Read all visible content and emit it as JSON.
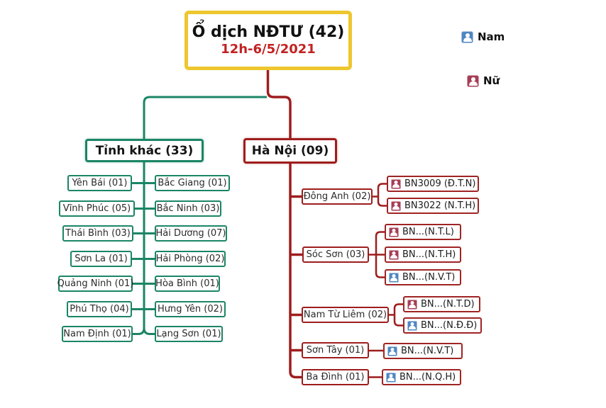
{
  "root": {
    "title": "Ổ dịch NĐTƯ (42)",
    "subtitle": "12h-6/5/2021"
  },
  "legend": {
    "male_label": "Nam",
    "female_label": "Nữ"
  },
  "branches": {
    "other_provinces": "Tỉnh khác (33)",
    "hanoi": "Hà Nội (09)"
  },
  "provinces_left": [
    "Yên Bái (01)",
    "Vĩnh Phúc (05)",
    "Thái Bình (03)",
    "Sơn La (01)",
    "Quảng Ninh (01)",
    "Phú Thọ (04)",
    "Nam Định (01)"
  ],
  "provinces_right": [
    "Bắc Giang (01)",
    "Bắc Ninh (03)",
    "Hải Dương (07)",
    "Hải Phòng (02)",
    "Hòa Bình (01)",
    "Hưng Yên (02)",
    "Lạng Sơn (01)"
  ],
  "districts": [
    {
      "label": "Đông Anh (02)",
      "patients": [
        {
          "label": "BN3009 (Đ.T.N)",
          "gender": "female"
        },
        {
          "label": "BN3022 (N.T.H)",
          "gender": "female"
        }
      ]
    },
    {
      "label": "Sóc Sơn (03)",
      "patients": [
        {
          "label": "BN...(N.T.L)",
          "gender": "female"
        },
        {
          "label": "BN...(N.T.H)",
          "gender": "female"
        },
        {
          "label": "BN...(N.V.T)",
          "gender": "male"
        }
      ]
    },
    {
      "label": "Nam Từ Liêm (02)",
      "patients": [
        {
          "label": "BN...(N.T.D)",
          "gender": "female"
        },
        {
          "label": "BN...(N.Đ.Đ)",
          "gender": "male"
        }
      ]
    },
    {
      "label": "Sơn Tây (01)",
      "patients": [
        {
          "label": "BN...(N.V.T)",
          "gender": "male"
        }
      ]
    },
    {
      "label": "Ba Đình (01)",
      "patients": [
        {
          "label": "BN...(N.Q.H)",
          "gender": "male"
        }
      ]
    }
  ],
  "colors": {
    "root_border": "#eec62e",
    "subtitle_text": "#c32222",
    "green_branch": "#1b8566",
    "red_branch": "#9e1d1d",
    "male_icon": "#4f86c0",
    "female_icon": "#a63d55"
  }
}
